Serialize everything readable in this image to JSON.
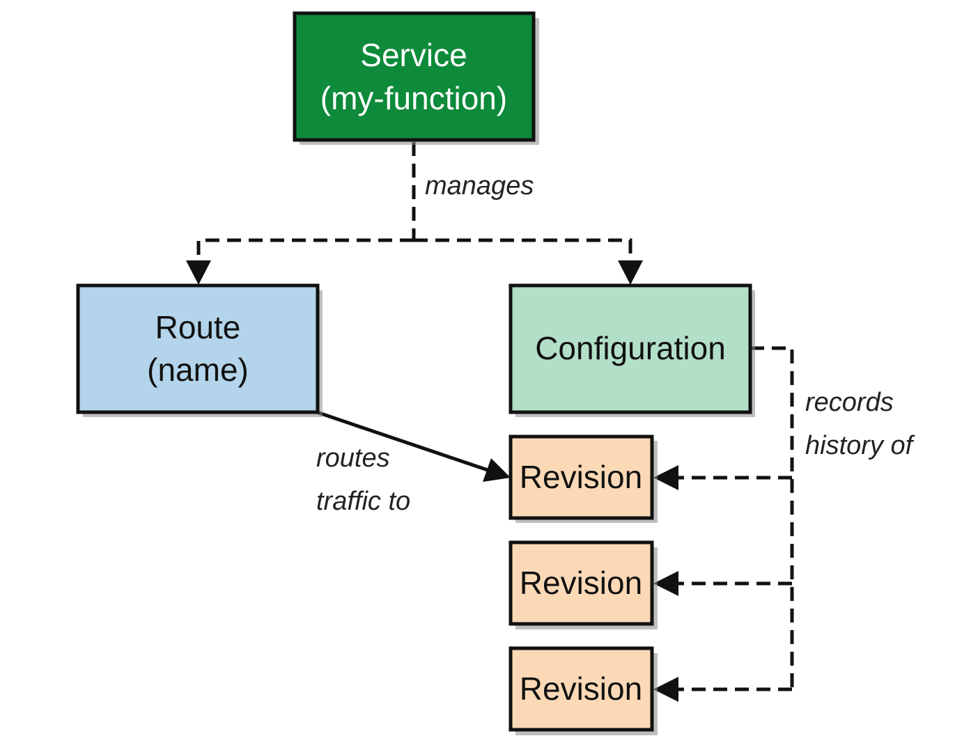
{
  "nodes": {
    "service": {
      "line1": "Service",
      "line2": "(my-function)",
      "fill": "#0d8a3a",
      "text_color": "#ffffff"
    },
    "route": {
      "line1": "Route",
      "line2": "(name)",
      "fill": "#b3d4ea",
      "text_color": "#111111"
    },
    "configuration": {
      "line1": "Configuration",
      "fill": "#b3dfc8",
      "text_color": "#111111"
    },
    "revisions": [
      {
        "label": "Revision",
        "fill": "#fcd9b6"
      },
      {
        "label": "Revision",
        "fill": "#fcd9b6"
      },
      {
        "label": "Revision",
        "fill": "#fcd9b6"
      }
    ]
  },
  "edges": {
    "manages": "manages",
    "routes_traffic_line1": "routes",
    "routes_traffic_line2": "traffic to",
    "records_history_line1": "records",
    "records_history_line2": "history of"
  },
  "colors": {
    "stroke": "#111111",
    "shadow": "#8a8a8a"
  }
}
